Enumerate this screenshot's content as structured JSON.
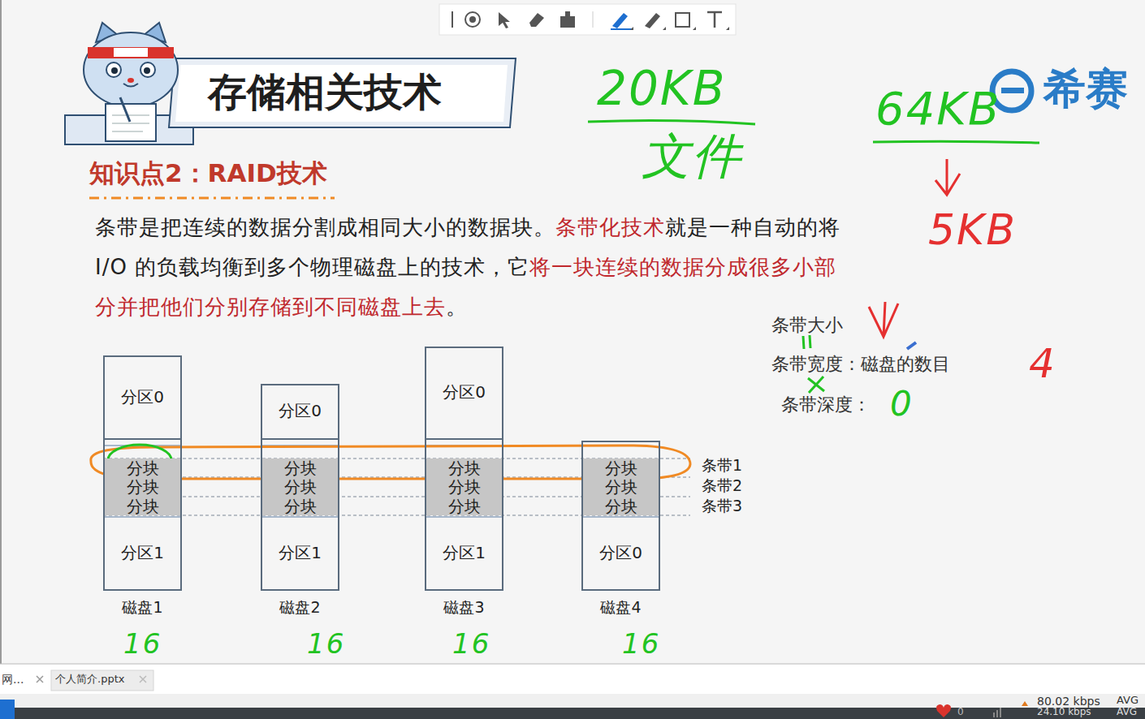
{
  "diagram": {
    "title": "存储相关技术",
    "nodes": [
      {
        "text": [
          "磁盘1"
        ]
      },
      {
        "text": [
          "分区0"
        ],
        "in": 0
      },
      {
        "text": [
          "分块"
        ],
        "in": 0
      },
      {
        "text": [
          "分块"
        ],
        "in": 0
      },
      {
        "text": [
          "分块"
        ],
        "in": 0
      },
      {
        "text": [
          "分区1"
        ],
        "in": 0
      },
      {
        "text": [
          "磁盘2"
        ]
      },
      {
        "text": [
          "分区0"
        ],
        "in": 6
      },
      {
        "text": [
          "分块"
        ],
        "in": 6
      },
      {
        "text": [
          "分块"
        ],
        "in": 6
      },
      {
        "text": [
          "分块"
        ],
        "in": 6
      },
      {
        "text": [
          "分区1"
        ],
        "in": 6
      },
      {
        "text": [
          "磁盘3"
        ]
      },
      {
        "text": [
          "分区0"
        ],
        "in": 12
      },
      {
        "text": [
          "分块"
        ],
        "in": 12
      },
      {
        "text": [
          "分块"
        ],
        "in": 12
      },
      {
        "text": [
          "分块"
        ],
        "in": 12
      },
      {
        "text": [
          "分区1"
        ],
        "in": 12
      },
      {
        "text": [
          "磁盘4"
        ]
      },
      {
        "text": [
          "分块"
        ],
        "in": 18
      },
      {
        "text": [
          "分块"
        ],
        "in": 18
      },
      {
        "text": [
          "分块"
        ],
        "in": 18
      },
      {
        "text": [
          "分区0"
        ],
        "in": 18
      }
    ],
    "labels": [
      "知识点2：RAID技术",
      "条带是把连续的数据分割成相同大小的数据块。",
      "条带化技术",
      "就是一种自动的将 I/O 的负载均衡到多个物理磁盘上的技术，它",
      "将一块连续的数据分成很多小部分并把他们分别存储到不同磁盘上去",
      "。",
      "条带1",
      "条带2",
      "条带3",
      "16",
      "16",
      "16",
      "16",
      "20KB",
      "文件",
      "64KB",
      "5KB",
      "条带大小",
      "条带宽度：磁盘的数目",
      "条带深度：",
      "4",
      "0",
      "希赛",
      "网...",
      "个人简介.pptx",
      "0",
      "80.02 kbps",
      "AVG",
      "24.10 kbps",
      "AVG"
    ]
  }
}
